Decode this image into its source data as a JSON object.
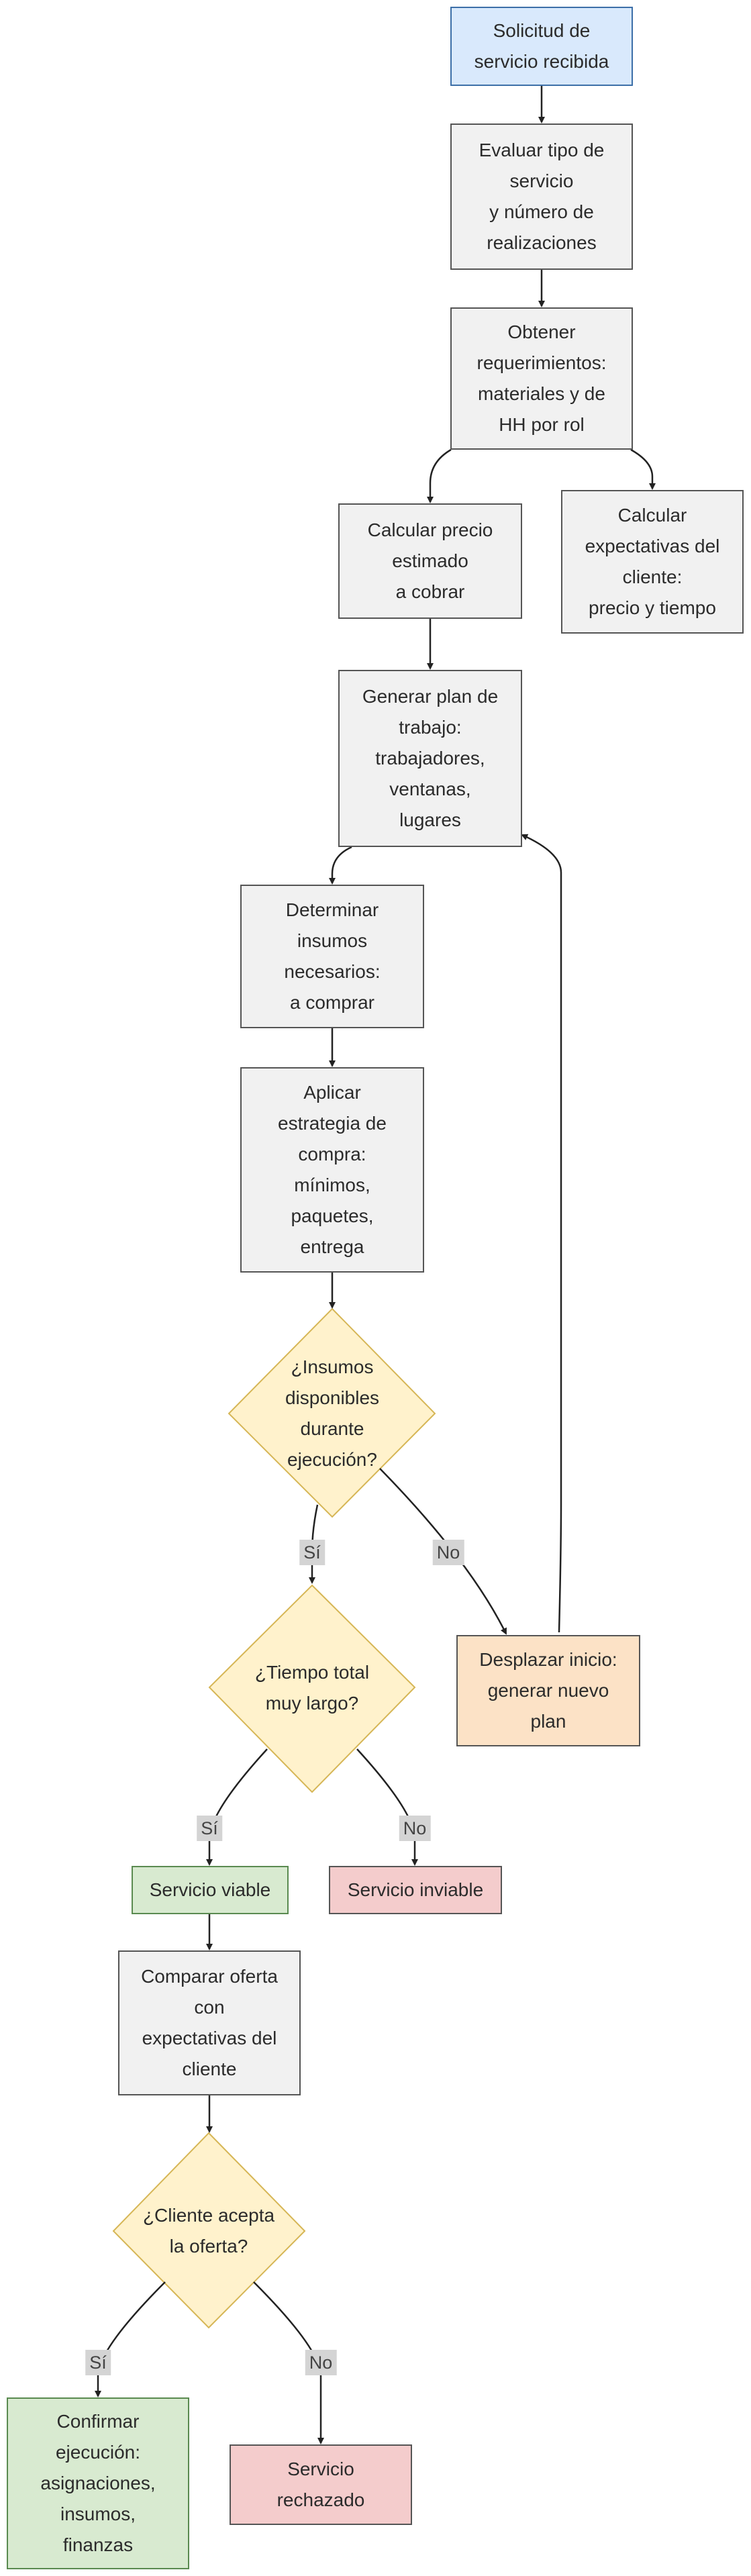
{
  "colors": {
    "start_fill": "#d9e9fc",
    "process_fill": "#f1f1f1",
    "decision_fill": "#fff2cc",
    "decision_stroke": "#d6b656",
    "replan_fill": "#fce2c6",
    "viable_fill": "#d8ead0",
    "reject_fill": "#f4cccc",
    "line": "#222222",
    "edge_label_bg": "#d4d4d4"
  },
  "nodes": {
    "start": "Solicitud de\nservicio recibida",
    "evaluate": "Evaluar tipo de\nservicio\ny número de\nrealizaciones",
    "requirements": "Obtener\nrequerimientos:\nmateriales y de\nHH por rol",
    "price": "Calcular precio\nestimado\na cobrar",
    "expectations": "Calcular\nexpectativas del\ncliente:\nprecio y tiempo",
    "plan": "Generar plan de\ntrabajo:\ntrabajadores,\nventanas,\nlugares",
    "supplies": "Determinar\ninsumos\nnecesarios:\na comprar",
    "strategy": "Aplicar\nestrategia de\ncompra:\nmínimos,\npaquetes,\nentrega",
    "available": "¿Insumos\ndisponibles\ndurante\nejecución?",
    "shift": "Desplazar inicio:\ngenerar nuevo\nplan",
    "toolong": "¿Tiempo total\nmuy largo?",
    "viable": "Servicio viable",
    "inviable": "Servicio inviable",
    "compare": "Comparar oferta\ncon\nexpectativas del\ncliente",
    "accepts": "¿Cliente acepta\nla oferta?",
    "confirm": "Confirmar\nejecución:\nasignaciones,\ninsumos,\nfinanzas",
    "rejected": "Servicio\nrechazado"
  },
  "edge_labels": {
    "available_yes": "Sí",
    "available_no": "No",
    "toolong_yes": "Sí",
    "toolong_no": "No",
    "accepts_yes": "Sí",
    "accepts_no": "No"
  }
}
